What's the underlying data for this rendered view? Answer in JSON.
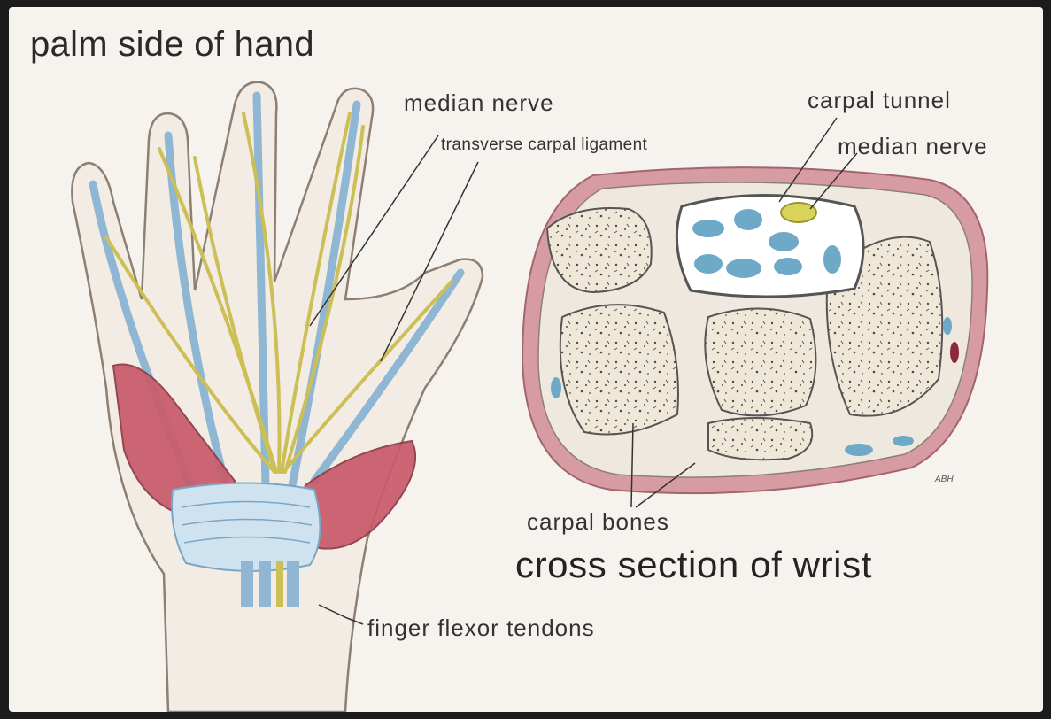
{
  "titles": {
    "hand": "palm side of hand",
    "wrist": "cross section of wrist"
  },
  "labels": {
    "median_nerve_hand": "median nerve",
    "transverse_ligament": "transverse carpal ligament",
    "carpal_tunnel": "carpal tunnel",
    "median_nerve_wrist": "median nerve",
    "carpal_bones": "carpal bones",
    "finger_flexor_tendons": "finger flexor tendons"
  },
  "signature": "ABH",
  "colors": {
    "background": "#f6f3ee",
    "frame": "#1b1b1b",
    "muscle": "#c95a6a",
    "tendon": "#8fb7d3",
    "nerve": "#cbbf55",
    "bone": "#eee4d3",
    "skin_outline": "#8c7f74",
    "ring": "#d79ca3"
  }
}
